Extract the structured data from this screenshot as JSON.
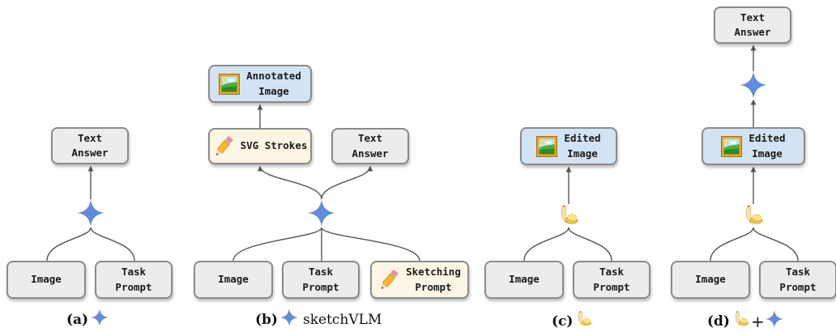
{
  "panels": [
    {
      "id": "a",
      "caption": {
        "tag": "(a)",
        "models": [
          "gemini-sparkle-icon"
        ],
        "name": ""
      },
      "nodes": {
        "output_top": {
          "text": "Text\nAnswer",
          "style": "gray",
          "icon": null
        },
        "inputs": [
          {
            "text": "Image",
            "style": "gray",
            "icon": null
          },
          {
            "text": "Task\nPrompt",
            "style": "gray",
            "icon": null
          }
        ]
      },
      "model": "gemini-sparkle-icon"
    },
    {
      "id": "b",
      "caption": {
        "tag": "(b)",
        "models": [
          "gemini-sparkle-icon"
        ],
        "name": "sketchVLM"
      },
      "nodes": {
        "annotated": {
          "text": "Annotated\nImage",
          "style": "blue",
          "icon": "framed-picture-icon"
        },
        "svg_strokes": {
          "text": "SVG Strokes",
          "style": "cream",
          "icon": "pencil-icon"
        },
        "text_answer": {
          "text": "Text\nAnswer",
          "style": "gray",
          "icon": null
        },
        "inputs": [
          {
            "text": "Image",
            "style": "gray",
            "icon": null
          },
          {
            "text": "Task\nPrompt",
            "style": "gray",
            "icon": null
          },
          {
            "text": "Sketching\nPrompt",
            "style": "cream",
            "icon": "pencil-icon"
          }
        ]
      },
      "model": "gemini-sparkle-icon"
    },
    {
      "id": "c",
      "caption": {
        "tag": "(c)",
        "models": [
          "banana-icon"
        ],
        "name": ""
      },
      "nodes": {
        "output_top": {
          "text": "Edited\nImage",
          "style": "blue",
          "icon": "framed-picture-icon"
        },
        "inputs": [
          {
            "text": "Image",
            "style": "gray",
            "icon": null
          },
          {
            "text": "Task\nPrompt",
            "style": "gray",
            "icon": null
          }
        ]
      },
      "model": "banana-icon"
    },
    {
      "id": "d",
      "caption": {
        "tag": "(d)",
        "models": [
          "banana-icon",
          "gemini-sparkle-icon"
        ],
        "plus": "+",
        "name": ""
      },
      "nodes": {
        "text_answer": {
          "text": "Text\nAnswer",
          "style": "gray",
          "icon": null
        },
        "edited": {
          "text": "Edited\nImage",
          "style": "blue",
          "icon": "framed-picture-icon"
        },
        "inputs": [
          {
            "text": "Image",
            "style": "gray",
            "icon": null
          },
          {
            "text": "Task\nPrompt",
            "style": "gray",
            "icon": null
          }
        ]
      },
      "models": [
        "banana-icon",
        "gemini-sparkle-icon"
      ]
    }
  ],
  "colors": {
    "gray_box": "#ececec",
    "blue_box": "#d3e3f4",
    "cream_box": "#fdf6e4",
    "border": "#8a8a8a",
    "edge": "#555555",
    "sparkle_start": "#9b72cb",
    "sparkle_end": "#4a90e2"
  }
}
